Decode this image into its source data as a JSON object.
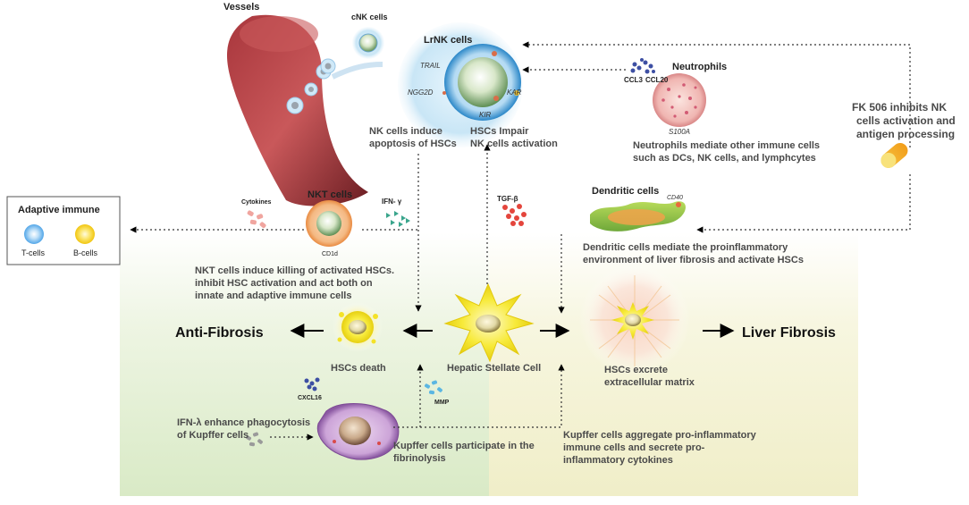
{
  "labels": {
    "vessels": "Vessels",
    "cnk_cells": "cNK cells",
    "lrnk_cells": "LrNK cells",
    "trail": "TRAIL",
    "ngg2d": "NGG2D",
    "kar": "KAR",
    "kir": "KIR",
    "ccl3": "CCL3",
    "ccl20": "CCL20",
    "neutrophils": "Neutrophils",
    "s100a": "S100A",
    "nk_induce_line1": "NK cells induce",
    "nk_induce_line2": "apoptosis of HSCs",
    "hsc_impair_line1": "HSCs Impair",
    "hsc_impair_line2": "NK cells activation",
    "neutro_desc_line1": "Neutrophils mediate other immune cells",
    "neutro_desc_line2": "such as DCs, NK cells, and lymphcytes",
    "fk506_line1": "FK 506 inhibits NK",
    "fk506_line2": "cells activation and",
    "fk506_line3": "antigen processing",
    "adaptive_immune": "Adaptive immune",
    "t_cells": "T-cells",
    "b_cells": "B-cells",
    "cytokines": "Cytokines",
    "nkt_cells": "NKT cells",
    "ifn_gamma": "IFN- γ",
    "cd1d": "CD1d",
    "tgf_beta": "TGF-β",
    "dendritic_cells": "Dendritic cells",
    "cd40": "CD40",
    "dc_desc_line1": "Dendritic cells  mediate the proinflammatory",
    "dc_desc_line2": "environment of liver fibrosis and activate HSCs",
    "nkt_desc_line1": "NKT cells induce killing of activated HSCs.",
    "nkt_desc_line2": "inhibit HSC activation and act both on",
    "nkt_desc_line3": "innate and adaptive immune cells",
    "anti_fibrosis": "Anti-Fibrosis",
    "liver_fibrosis": "Liver Fibrosis",
    "hscs_death": "HSCs death",
    "hepatic_stellate_cell": "Hepatic Stellate Cell",
    "hscs_excrete_line1": "HSCs excrete",
    "hscs_excrete_line2": "extracellular matrix",
    "cxcl16": "CXCL16",
    "mmp": "MMP",
    "ifn_lambda_line1": "IFN-λ enhance phagocytosis",
    "ifn_lambda_line2": "of Kupffer cells",
    "kupffer_fibrin_line1": "Kupffer cells participate in the",
    "kupffer_fibrin_line2": "fibrinolysis",
    "kupffer_agg_line1": "Kupffer cells aggregate pro-inflammatory",
    "kupffer_agg_line2": "immune cells and secrete pro-",
    "kupffer_agg_line3": "inflammatory cytokines"
  },
  "colors": {
    "anti_fibrosis_bg": "#dfeccd",
    "liver_fibrosis_bg": "#f3f1d2",
    "vessel": "#8b2b31",
    "hsc_yellow": "#f4e227",
    "nucleus_green": "#8db27a",
    "neutrophil_pink": "#e9a4a4",
    "dendritic_green": "#8fc23f",
    "kupffer_purple": "#b68bc6",
    "tgf_red": "#e4453c",
    "ifn_teal": "#3aa58c",
    "mmp_blue": "#5bb6e2",
    "text_gray": "#4a4a4a"
  }
}
